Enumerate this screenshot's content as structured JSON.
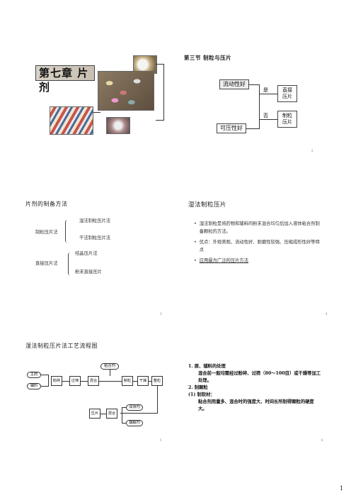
{
  "slide1": {
    "title": "第七章   片剂"
  },
  "slide2": {
    "heading": "第三节  制粒与压片",
    "flowability": "流动性好",
    "compressibility": "可压性好",
    "yes": "是",
    "no": "否",
    "direct": "直接\n压片",
    "granulate": "制粒\n压片",
    "page": "2"
  },
  "slide3": {
    "heading": "片剂的制备方法",
    "granulation_label": "制粒压片法",
    "wet": "湿法制粒压片法",
    "dry": "干法制粒压片法",
    "direct_label": "直接压片法",
    "crystal": "结晶压片法",
    "powder": "粉末直接压片",
    "page": "3"
  },
  "slide4": {
    "heading": "湿法制粒压片",
    "bullets": [
      "湿法制粒是将药物和辅料的粉末混合均匀后加入液体粘合剂制备颗粒的方法。",
      "优点：外观美观、流动性好、耐磨性较强、压缩成形性好等特点",
      "应用最为广泛的压片方法"
    ],
    "page": "4"
  },
  "slide5": {
    "heading": "湿法制粒压片法工艺流程图",
    "main_drug": "主药",
    "excipient": "辅料",
    "crush": "粉碎",
    "sieve": "过筛",
    "mix": "混合",
    "binder": "粘合剂",
    "granulate": "制粒",
    "dry": "干燥",
    "size": "整粒",
    "lubricant": "润滑剂",
    "disintegrant": "崩解剂",
    "mix2": "混合",
    "press": "压片",
    "page": "5"
  },
  "slide6": {
    "l1": "1. 原、辅料的处理",
    "l2": "混合前一般均需经过粉碎、过筛（80～100目）或干燥等加工处理。",
    "l3": "2. 制颗粒",
    "l4": "(1) 制软材：",
    "l5": "粘合剂用量多、混合时的强度大、时间长所制得颗粒的硬度大。",
    "page": "6"
  },
  "page_number": "1"
}
